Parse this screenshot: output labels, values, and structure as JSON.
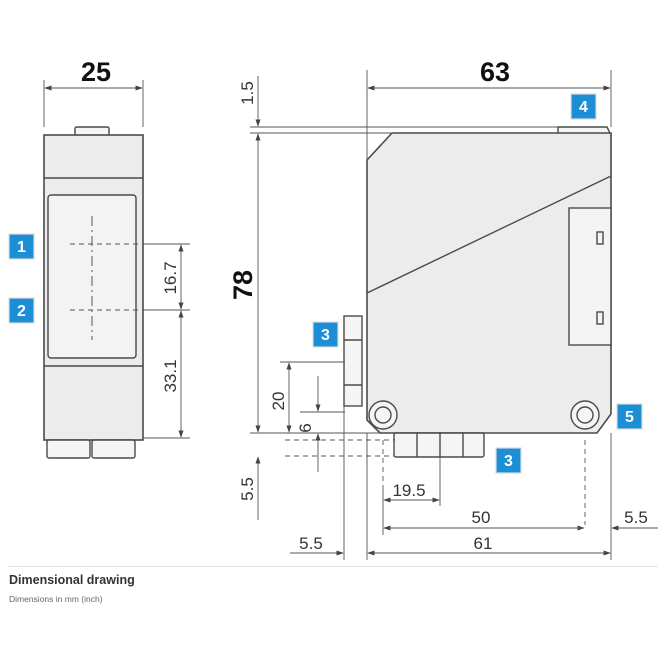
{
  "caption": {
    "title": "Dimensional drawing",
    "subtitle": "Dimensions in mm (inch)"
  },
  "dimensions": {
    "front_width": "25",
    "side_width": "63",
    "height": "78",
    "top_step": "1.5",
    "optical_axis_gap": "16.7",
    "axis_to_base": "33.1",
    "mount_20": "20",
    "mount_6": "6",
    "base_offset": "5.5",
    "connector_offset": "19.5",
    "hole_spacing": "50",
    "right_offset": "5.5",
    "left_offset": "5.5",
    "base_length": "61"
  },
  "badges": [
    "1",
    "2",
    "3",
    "4",
    "5",
    "3"
  ],
  "colors": {
    "badge": "#1b8ed6",
    "line": "#4a4a4a",
    "housing": "#ececec"
  }
}
